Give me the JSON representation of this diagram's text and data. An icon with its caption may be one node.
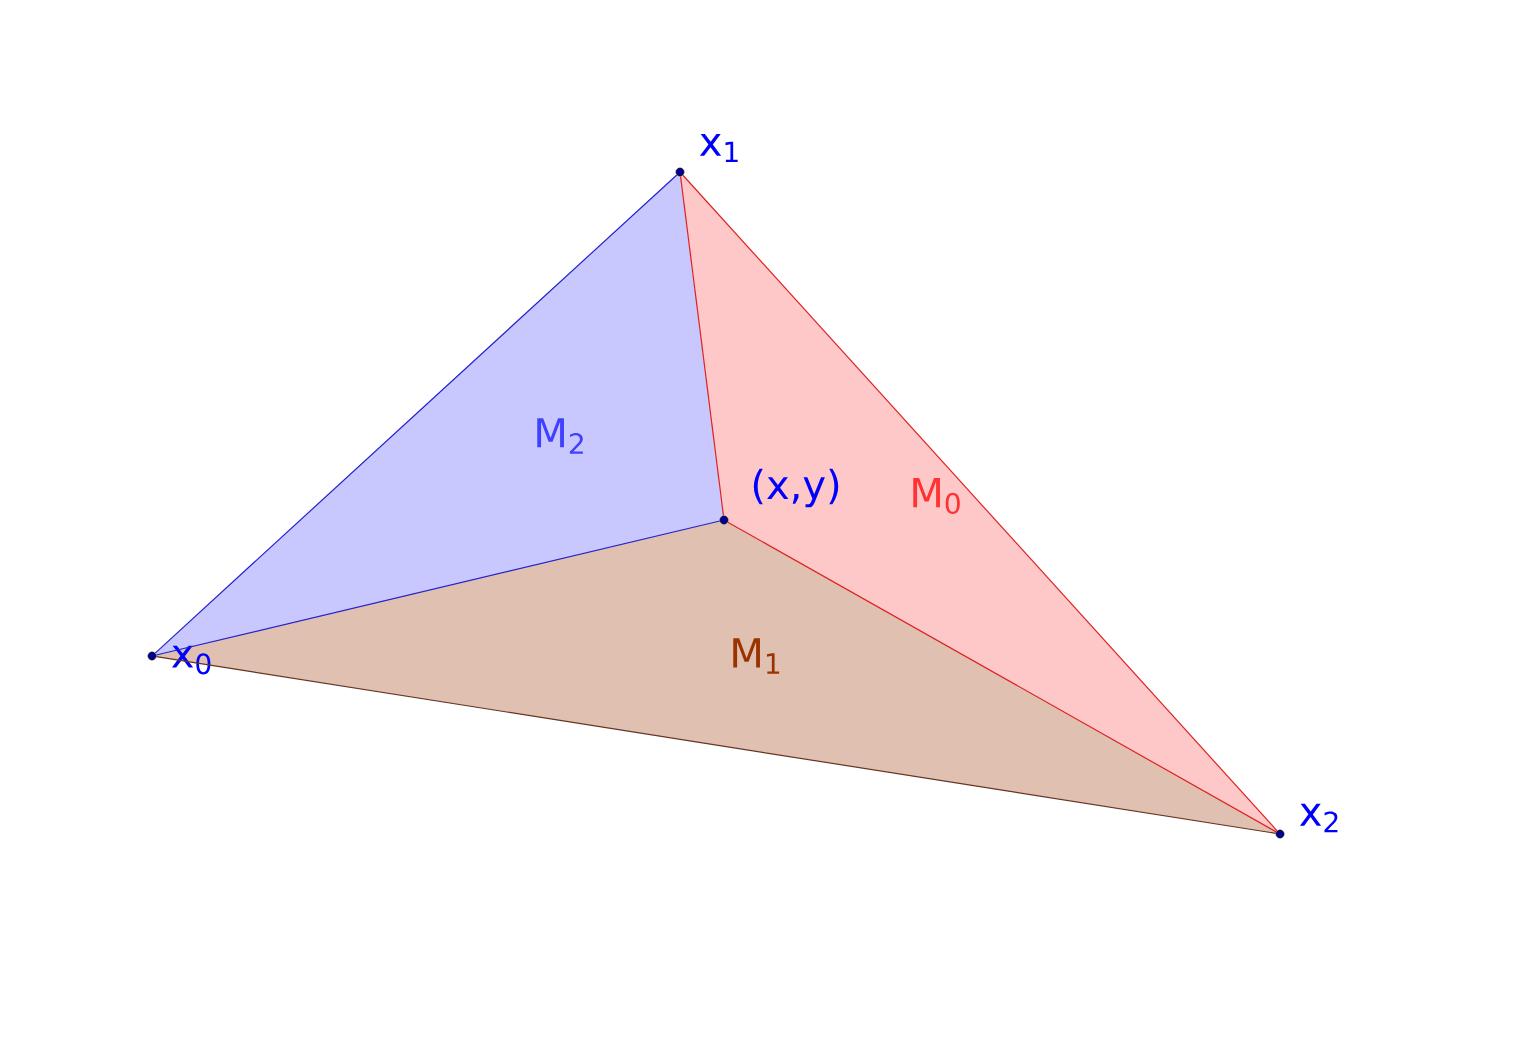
{
  "diagram": {
    "nodes": [
      {
        "text": [
          "x$_{0}$"
        ]
      },
      {
        "text": [
          "x$_{1}$"
        ]
      },
      {
        "text": [
          "x$_{2}$"
        ]
      },
      {
        "text": [
          "(x,y)"
        ]
      },
      {
        "text": [
          "M$_{0}$"
        ]
      },
      {
        "text": [
          "M$_{1}$"
        ]
      },
      {
        "text": [
          "M$_{2}$"
        ]
      }
    ],
    "edges": [
      {
        "from": 0,
        "to": 1,
        "arrow": "none",
        "color": "#2222cc"
      },
      {
        "from": 1,
        "to": 2,
        "arrow": "none"
      },
      {
        "from": 2,
        "to": 0,
        "arrow": "none",
        "color": "#663322"
      },
      {
        "from": 0,
        "to": 3,
        "arrow": "none",
        "color": "#2222cc"
      },
      {
        "from": 1,
        "to": 3,
        "arrow": "none"
      },
      {
        "from": 2,
        "to": 3,
        "arrow": "none"
      }
    ]
  }
}
